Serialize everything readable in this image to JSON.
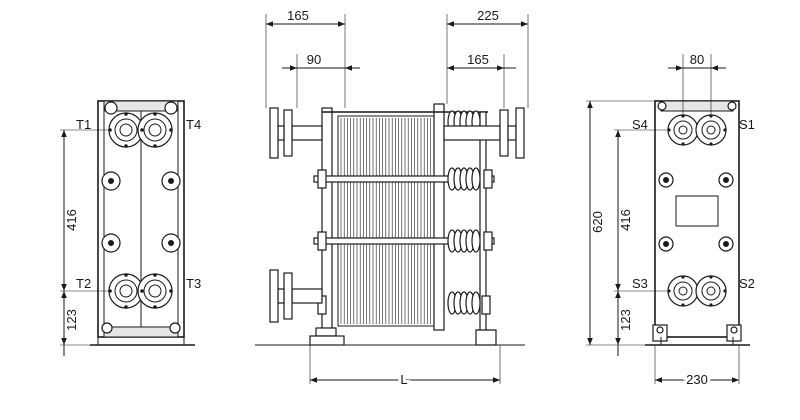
{
  "labels": {
    "front_view": {
      "connections": [
        "T1",
        "T4",
        "T2",
        "T3"
      ],
      "dim_height": "416",
      "dim_bottom": "123"
    },
    "side_view": {
      "dim_top_left": "165",
      "dim_inner_left": "90",
      "dim_top_right": "225",
      "dim_inner_right": "165",
      "dim_length": "L"
    },
    "rear_view": {
      "connections": [
        "S4",
        "S1",
        "S3",
        "S2"
      ],
      "dim_top": "80",
      "dim_total_height": "620",
      "dim_height": "416",
      "dim_bottom": "123",
      "dim_width": "230"
    }
  }
}
